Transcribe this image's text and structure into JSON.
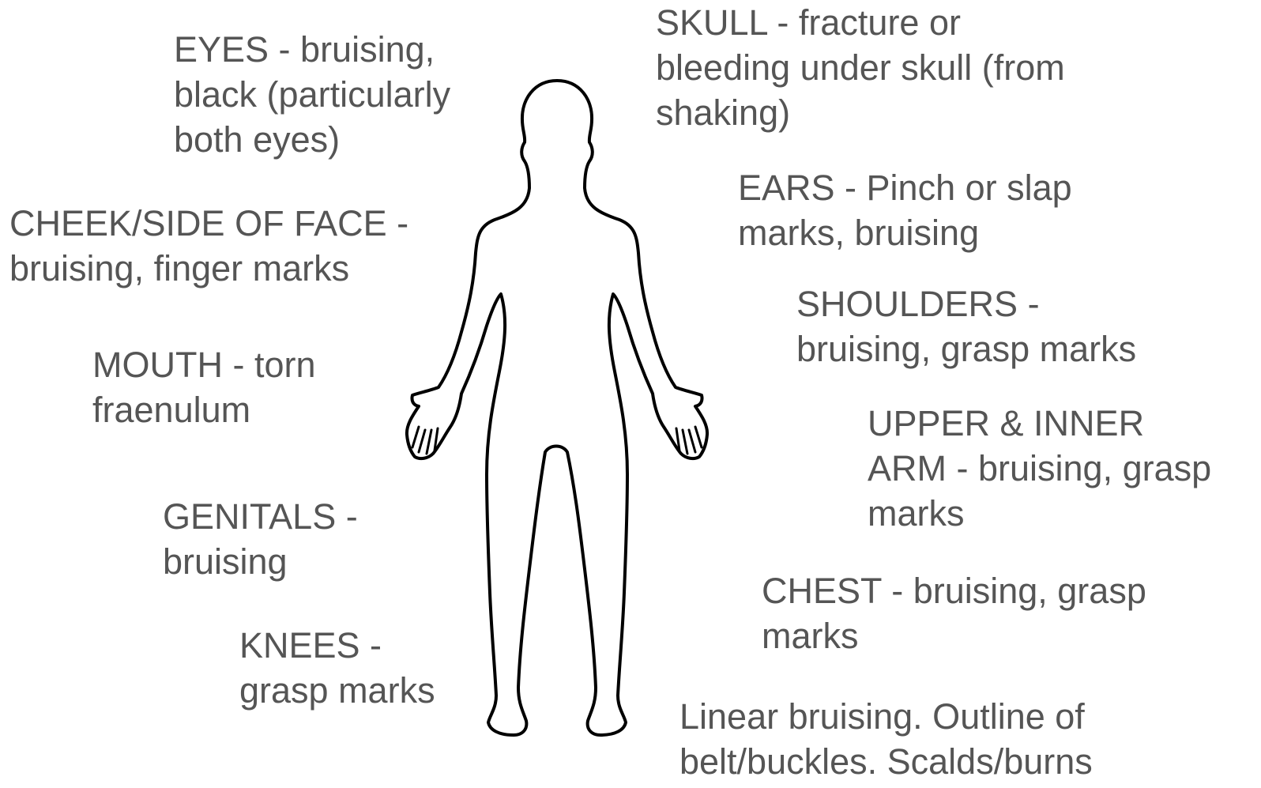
{
  "annotations": {
    "eyes": [
      "EYES - bruising,",
      "black (particularly",
      "both eyes)"
    ],
    "cheek": [
      "CHEEK/SIDE OF FACE -",
      "bruising, finger marks"
    ],
    "mouth": [
      "MOUTH - torn",
      "fraenulum"
    ],
    "genitals": [
      "GENITALS -",
      "bruising"
    ],
    "knees": [
      "KNEES -",
      "grasp marks"
    ],
    "skull": [
      "SKULL - fracture or",
      "bleeding under skull (from",
      "shaking)"
    ],
    "ears": [
      "EARS - Pinch or slap",
      "marks, bruising"
    ],
    "shoulders": [
      "SHOULDERS -",
      "bruising, grasp marks"
    ],
    "upper_arm": [
      "UPPER & INNER",
      "ARM - bruising, grasp",
      "marks"
    ],
    "chest": [
      "CHEST - bruising, grasp",
      "marks"
    ],
    "back_buttocks": [
      "Linear bruising. Outline of",
      "belt/buckles. Scalds/burns"
    ]
  },
  "colors": {
    "text": "#555555",
    "outline": "#000000",
    "background": "#ffffff"
  }
}
